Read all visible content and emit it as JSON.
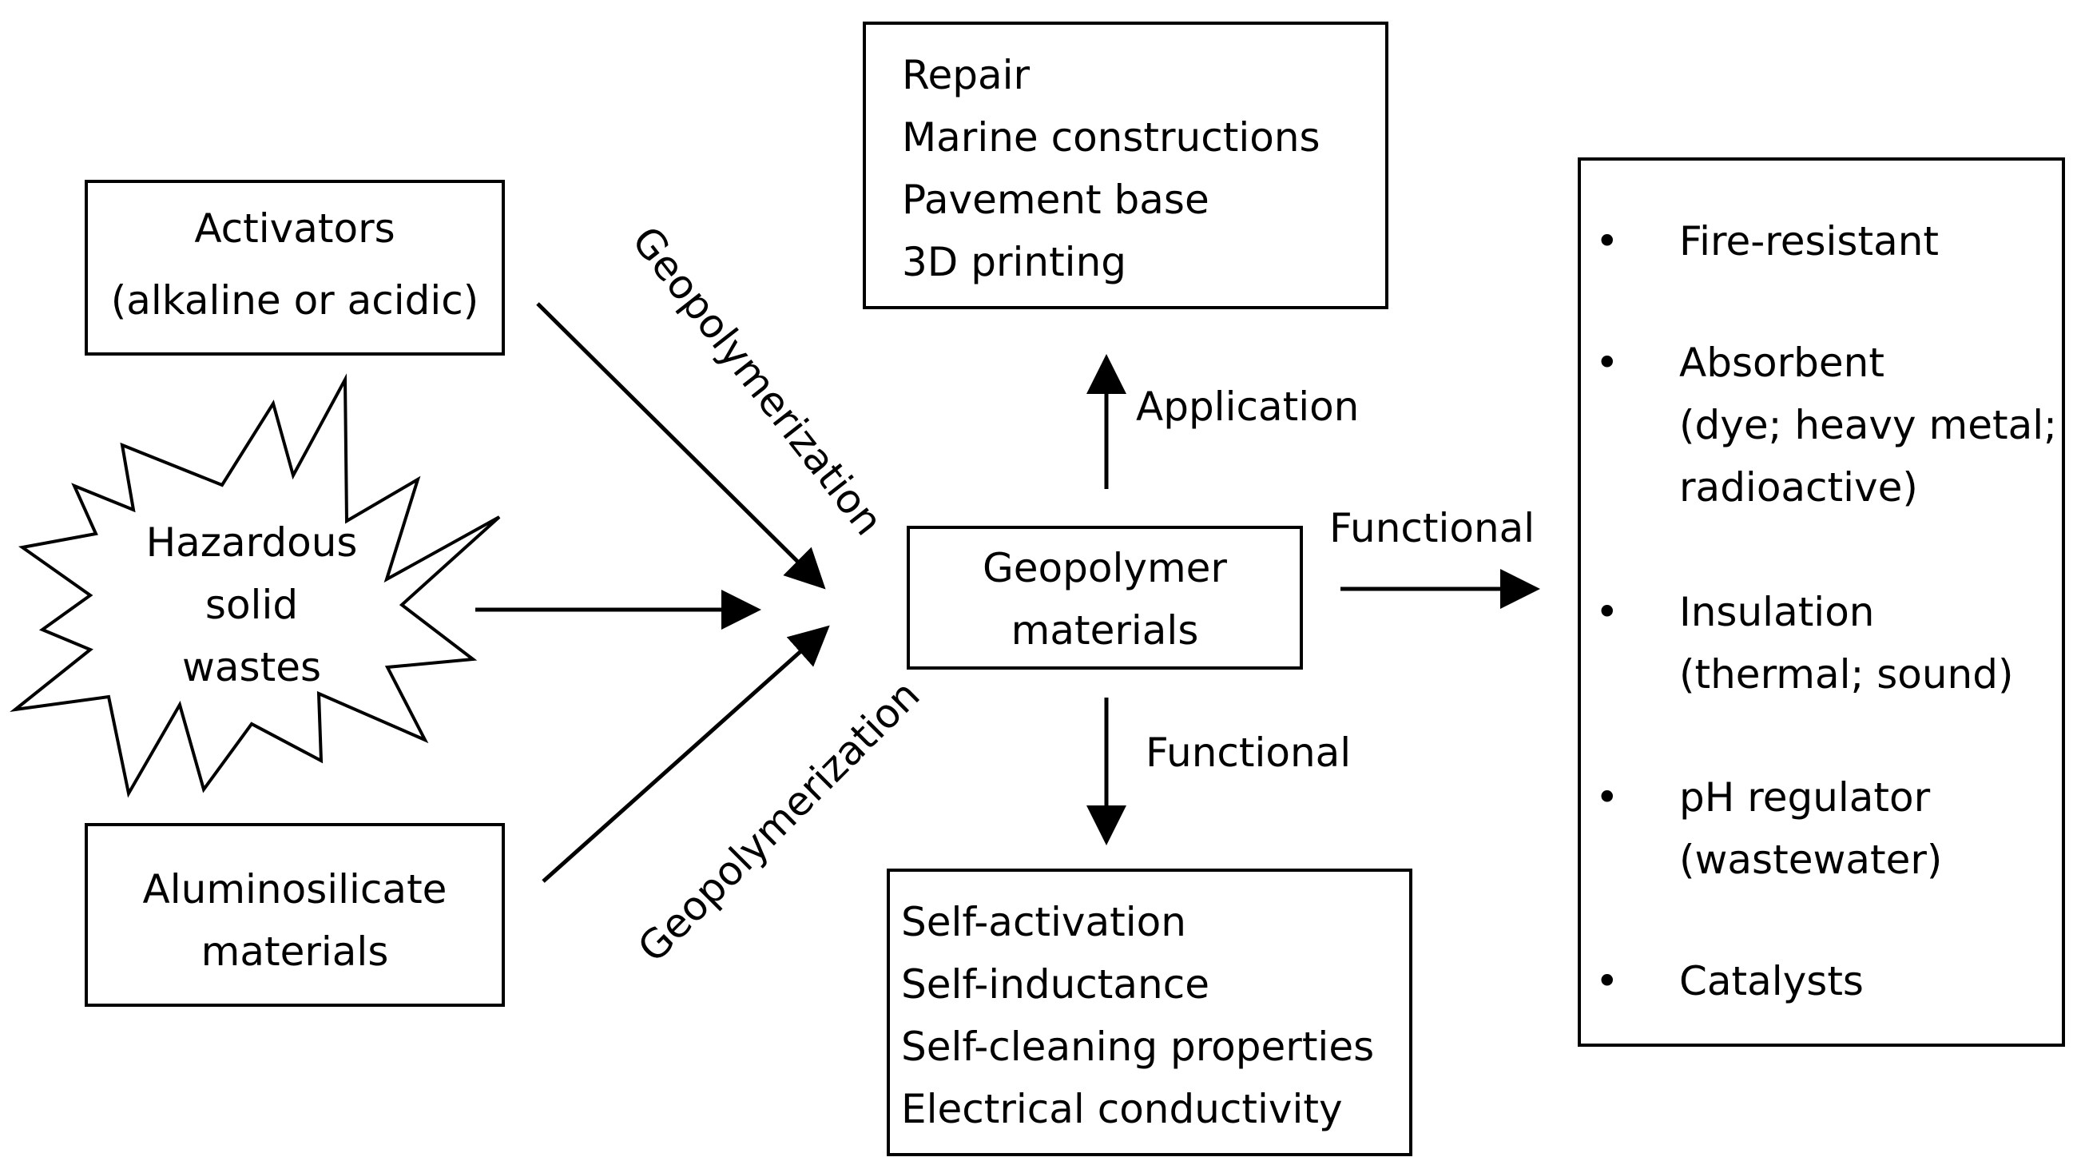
{
  "colors": {
    "stroke": "#000000",
    "background": "#ffffff"
  },
  "activators": {
    "line1": "Activators",
    "line2": "(alkaline or acidic)"
  },
  "hazardous": {
    "line1": "Hazardous",
    "line2": "solid",
    "line3": "wastes"
  },
  "aluminosilicate": {
    "line1": "Aluminosilicate",
    "line2": "materials"
  },
  "geopolymer": {
    "line1": "Geopolymer",
    "line2": "materials"
  },
  "applications": [
    "Repair",
    "Marine constructions",
    "Pavement base",
    "3D printing"
  ],
  "self_functions": [
    "Self-activation",
    "Self-inductance",
    "Self-cleaning properties",
    "Electrical conductivity"
  ],
  "functional_list": {
    "bullet": "•",
    "items": [
      {
        "label": "Fire-resistant",
        "detail1": "",
        "detail2": ""
      },
      {
        "label": "Absorbent",
        "detail1": "(dye; heavy metal;",
        "detail2": "radioactive)"
      },
      {
        "label": "Insulation",
        "detail1": "(thermal; sound)",
        "detail2": ""
      },
      {
        "label": "pH regulator",
        "detail1": "(wastewater)",
        "detail2": ""
      },
      {
        "label": "Catalysts",
        "detail1": "",
        "detail2": ""
      }
    ]
  },
  "arrow_labels": {
    "geopolymerization_top": "Geopolymerization",
    "geopolymerization_bottom": "Geopolymerization",
    "application": "Application",
    "functional_right": "Functional",
    "functional_down": "Functional"
  }
}
